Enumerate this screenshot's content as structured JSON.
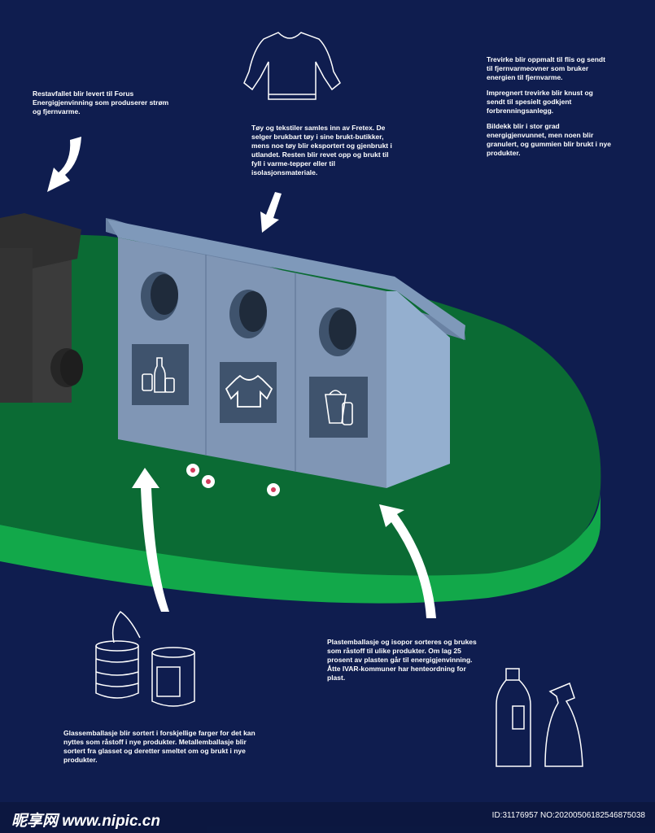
{
  "colors": {
    "background": "#0f1d4f",
    "grass_top": "#0b6b34",
    "grass_edge": "#12a84a",
    "station_front": "#8096b5",
    "station_side": "#94afcf",
    "bin": "#3b3b3b"
  },
  "captions": {
    "residual": "Restavfallet blir levert til Forus Energigjenvinning som produserer strøm og fjernvarme.",
    "textile": "Tøy og tekstiler samles inn av Fretex. De selger brukbart tøy i sine brukt-butikker, mens noe tøy blir eksportert og gjenbrukt i utlandet. Resten blir revet opp og brukt til fyll i varme-tepper eller til isolasjonsmateriale.",
    "wood_1": "Trevirke blir oppmalt til flis og sendt til fjernvarmeovner som bruker energien til fjernvarme.",
    "wood_2": "Impregnert trevirke blir knust og sendt til spesielt godkjent forbrenningsanlegg.",
    "wood_3": "Bildekk blir i stor grad energigjenvunnet, men noen blir granulert, og gummien blir brukt i nye produkter.",
    "glass_metal": "Glassemballasje blir sortert i forskjellige farger for det kan nyttes som råstoff i nye produkter. Metallemballasje blir sortert fra glasset og deretter smeltet om og brukt i nye produkter.",
    "plastic": "Plastemballasje og isopor sorteres og brukes som råstoff til ulike produkter. Om lag 25 prosent av plasten går til energigjenvinning. Åtte IVAR-kommuner har henteordning for plast."
  },
  "icons": [
    "sweater-icon",
    "cans-icon",
    "bottles-icon",
    "bottle-glass-icon",
    "tshirt-icon",
    "plastic-bag-icon"
  ],
  "footer": {
    "logo": "昵享网 www.nipic.cn",
    "id": "ID:31176957 NO:20200506182546875038"
  }
}
